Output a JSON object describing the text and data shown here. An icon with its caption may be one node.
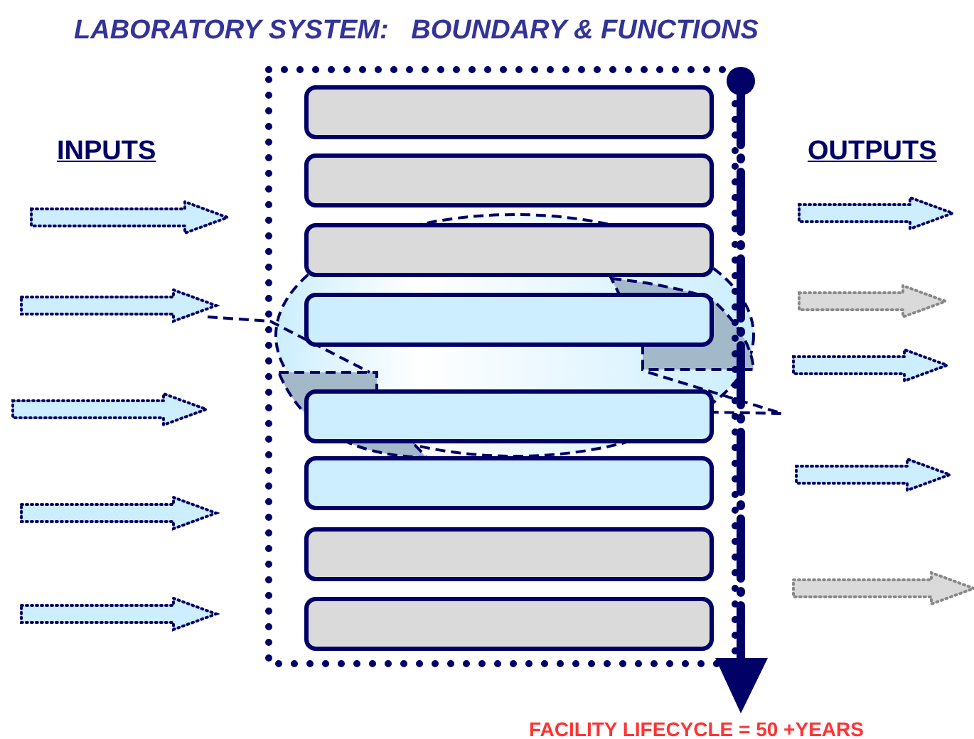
{
  "diagram": {
    "title": "LABORATORY SYSTEM:   BOUNDARY & FUNCTIONS",
    "caption": "FACILITY LIFECYCLE = 50 +YEARS",
    "nodes": [
      {
        "text": [],
        "shape": "box"
      },
      {
        "text": [],
        "shape": "box",
        "in": 0
      },
      {
        "text": [],
        "shape": "box",
        "in": 0
      },
      {
        "text": [],
        "shape": "box",
        "in": 0
      },
      {
        "text": [],
        "shape": "box",
        "in": 0
      },
      {
        "text": [],
        "shape": "box",
        "in": 0
      },
      {
        "text": [],
        "shape": "box",
        "in": 0
      },
      {
        "text": [],
        "shape": "box",
        "in": 0
      },
      {
        "text": [],
        "shape": "box",
        "in": 0
      }
    ],
    "labels": [
      "INPUTS",
      "OUTPUTS"
    ]
  }
}
